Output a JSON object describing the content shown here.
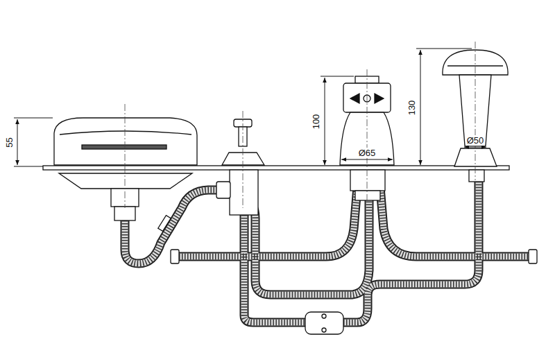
{
  "diagram": {
    "labels": [
      "55",
      "100",
      "130",
      "Ø65",
      "Ø50"
    ]
  }
}
